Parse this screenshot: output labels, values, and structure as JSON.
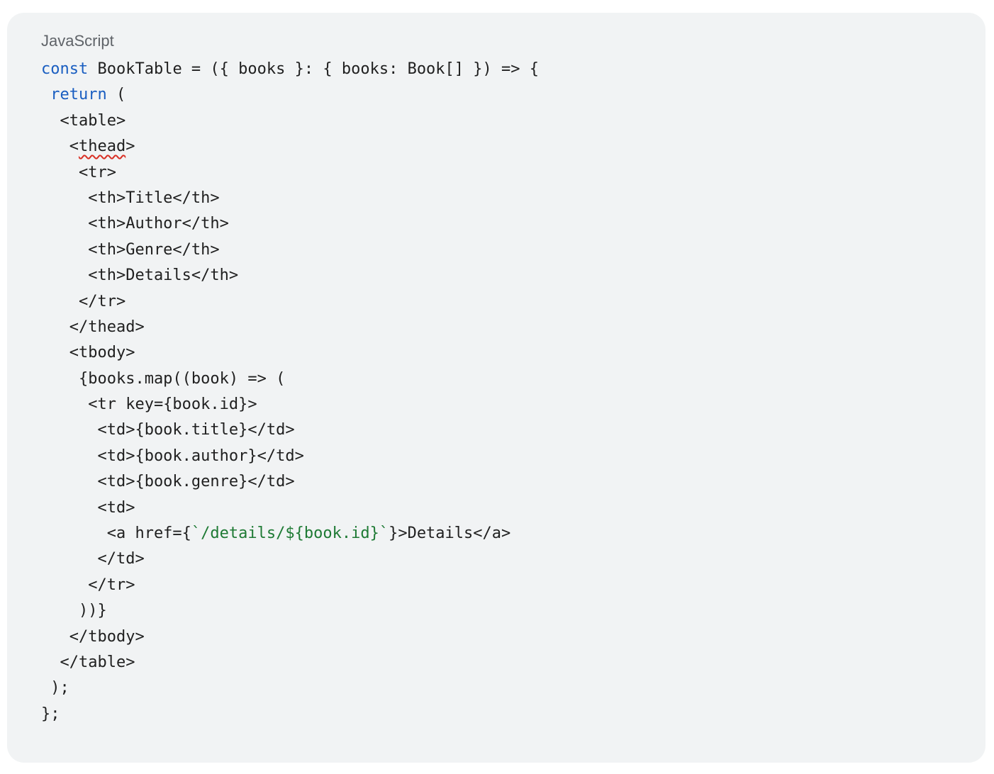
{
  "code_block": {
    "language_label": "JavaScript",
    "lines": [
      [
        {
          "t": "const",
          "c": "kw"
        },
        {
          "t": " BookTable = ({ books }: { books: Book[] }) => {",
          "c": "plain"
        }
      ],
      [
        {
          "t": " ",
          "c": "plain"
        },
        {
          "t": "return",
          "c": "kw"
        },
        {
          "t": " (",
          "c": "plain"
        }
      ],
      [
        {
          "t": "  <table>",
          "c": "plain"
        }
      ],
      [
        {
          "t": "   <",
          "c": "plain"
        },
        {
          "t": "thead",
          "c": "squiggle"
        },
        {
          "t": ">",
          "c": "plain"
        }
      ],
      [
        {
          "t": "    <tr>",
          "c": "plain"
        }
      ],
      [
        {
          "t": "     <th>Title</th>",
          "c": "plain"
        }
      ],
      [
        {
          "t": "     <th>Author</th>",
          "c": "plain"
        }
      ],
      [
        {
          "t": "     <th>Genre</th>",
          "c": "plain"
        }
      ],
      [
        {
          "t": "     <th>Details</th>",
          "c": "plain"
        }
      ],
      [
        {
          "t": "    </tr>",
          "c": "plain"
        }
      ],
      [
        {
          "t": "   </thead>",
          "c": "plain"
        }
      ],
      [
        {
          "t": "   <tbody>",
          "c": "plain"
        }
      ],
      [
        {
          "t": "    {books.map((book) => (",
          "c": "plain"
        }
      ],
      [
        {
          "t": "     <tr key={book.id}>",
          "c": "plain"
        }
      ],
      [
        {
          "t": "      <td>{book.title}</td>",
          "c": "plain"
        }
      ],
      [
        {
          "t": "      <td>{book.author}</td>",
          "c": "plain"
        }
      ],
      [
        {
          "t": "      <td>{book.genre}</td>",
          "c": "plain"
        }
      ],
      [
        {
          "t": "      <td>",
          "c": "plain"
        }
      ],
      [
        {
          "t": "       <a href={",
          "c": "plain"
        },
        {
          "t": "`/details/${book.id}`",
          "c": "str"
        },
        {
          "t": "}>Details</a>",
          "c": "plain"
        }
      ],
      [
        {
          "t": "      </td>",
          "c": "plain"
        }
      ],
      [
        {
          "t": "     </tr>",
          "c": "plain"
        }
      ],
      [
        {
          "t": "    ))}",
          "c": "plain"
        }
      ],
      [
        {
          "t": "   </tbody>",
          "c": "plain"
        }
      ],
      [
        {
          "t": "  </table>",
          "c": "plain"
        }
      ],
      [
        {
          "t": " );",
          "c": "plain"
        }
      ],
      [
        {
          "t": "};",
          "c": "plain"
        }
      ]
    ]
  },
  "colors": {
    "card_background": "#f1f3f4",
    "keyword": "#1a5ec1",
    "string": "#1e7a34",
    "text": "#1f1f1f",
    "label": "#5f6368",
    "spellcheck_underline": "#d93025"
  }
}
